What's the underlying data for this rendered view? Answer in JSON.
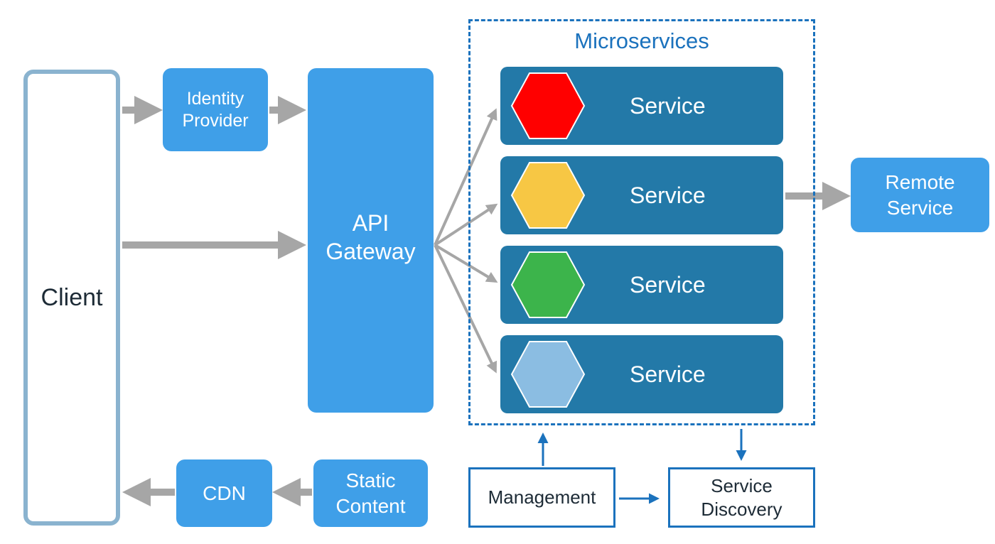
{
  "nodes": {
    "client": "Client",
    "identity_provider": "Identity\nProvider",
    "api_gateway": "API\nGateway",
    "remote_service": "Remote\nService",
    "cdn": "CDN",
    "static_content": "Static\nContent",
    "management": "Management",
    "service_discovery": "Service\nDiscovery"
  },
  "microservices": {
    "title": "Microservices",
    "services": [
      {
        "label": "Service",
        "color": "#ff0000"
      },
      {
        "label": "Service",
        "color": "#f7c744"
      },
      {
        "label": "Service",
        "color": "#3cb44b"
      },
      {
        "label": "Service",
        "color": "#8bbde2"
      }
    ]
  },
  "colors": {
    "node_blue": "#3f9fe8",
    "service_bar": "#2379a8",
    "frame_blue": "#1b72bd",
    "arrow_gray": "#a6a6a6"
  }
}
